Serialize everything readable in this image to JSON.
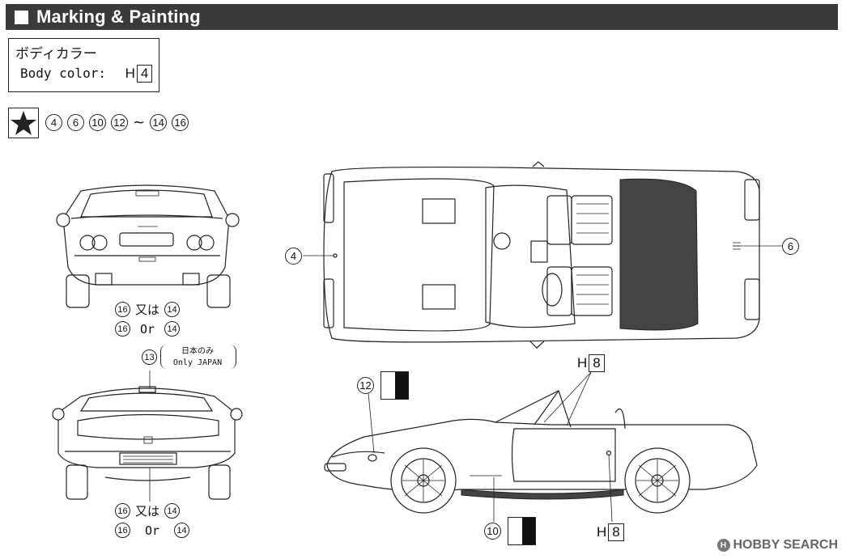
{
  "header": {
    "title": "Marking & Painting"
  },
  "body_color": {
    "label_jp": "ボディカラー",
    "label_en": "Body color:",
    "prefix": "H",
    "number": "4"
  },
  "star_parts": {
    "items": [
      "4",
      "6",
      "10",
      "12",
      "14",
      "16"
    ],
    "range_separator": "~"
  },
  "rear_view": {
    "label_jp": [
      "16",
      "又は",
      "14"
    ],
    "label_en": [
      "16",
      "Or",
      "14"
    ]
  },
  "front_view": {
    "callout": "13",
    "note_jp": "日本のみ",
    "note_en": "Only JAPAN",
    "label_jp": [
      "16",
      "又は",
      "14"
    ],
    "label_en": [
      "16",
      "Or",
      "14"
    ]
  },
  "top_view": {
    "callout_left": "4",
    "callout_right": "6"
  },
  "side_view": {
    "callout_front": "12",
    "callout_sill": "10",
    "h_top": {
      "prefix": "H",
      "number": "8"
    },
    "h_bottom": {
      "prefix": "H",
      "number": "8"
    }
  },
  "watermark": {
    "text": "HOBBY SEARCH",
    "icon": "hobby-search-logo-icon"
  }
}
